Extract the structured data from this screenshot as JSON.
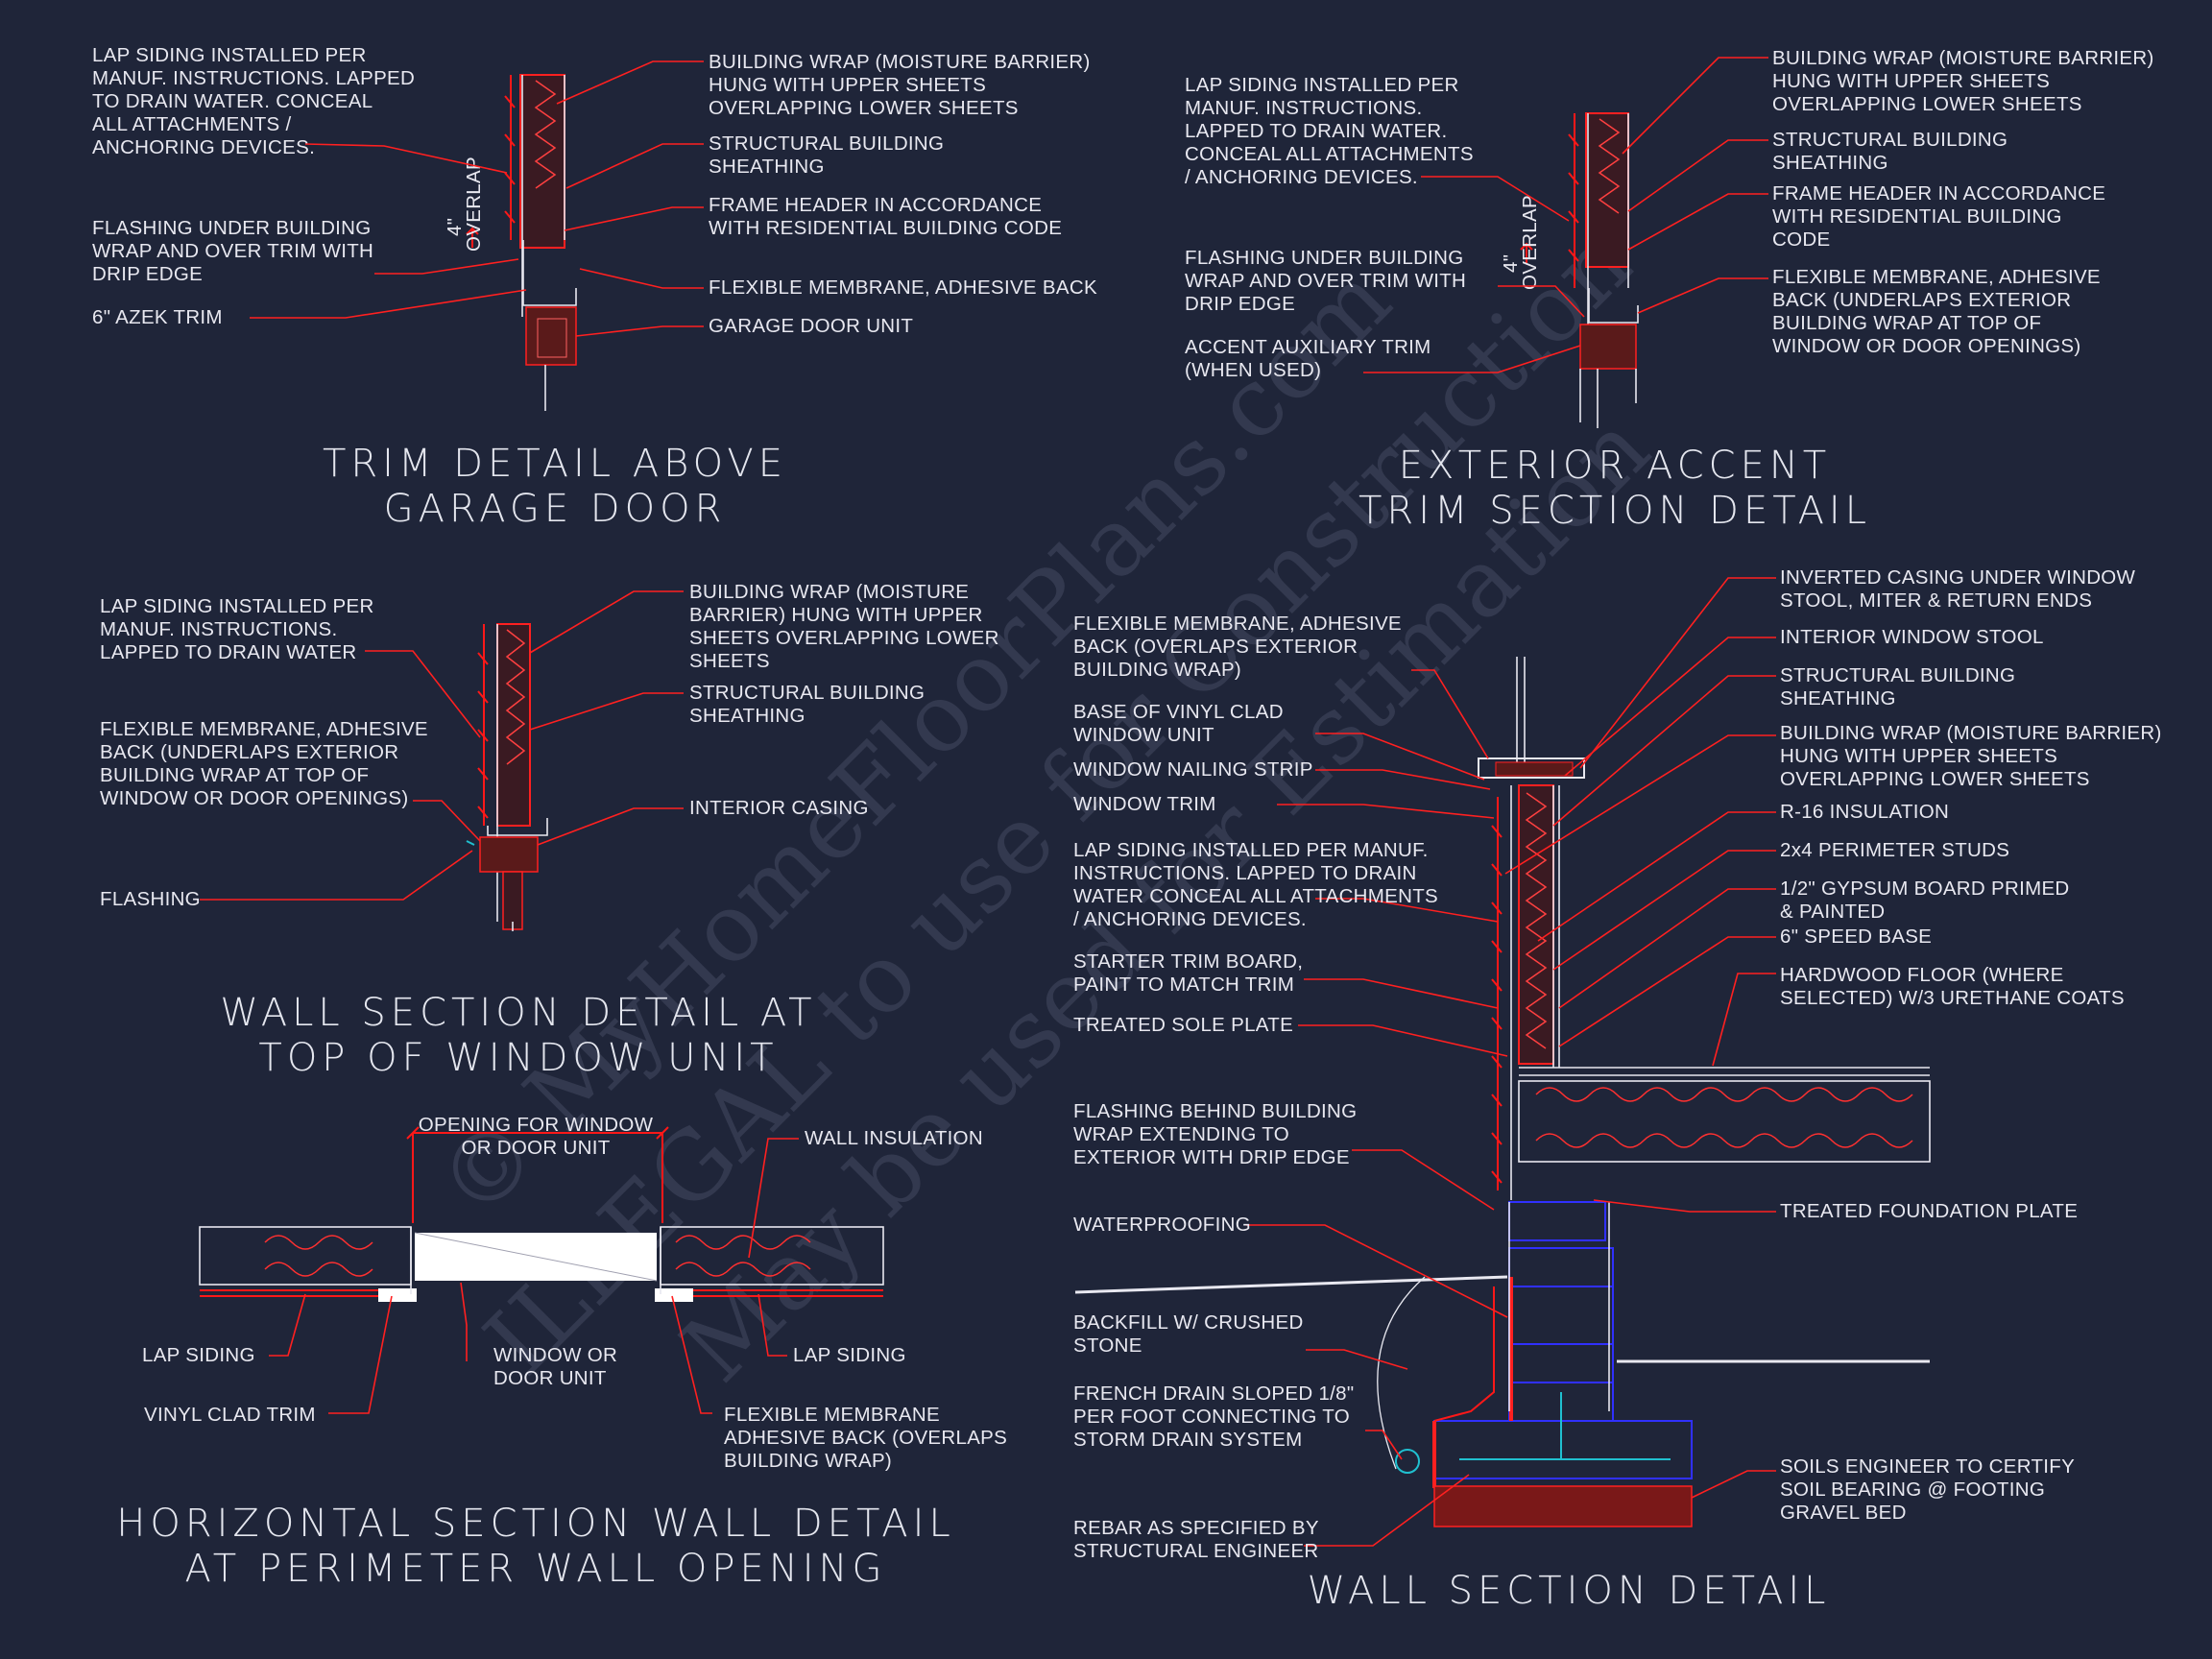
{
  "colors": {
    "background": "#1f2539",
    "label_text": "#e8e8f0",
    "leader_red": "#ff2020",
    "insulation_red": "#ff3030",
    "foundation_blue": "#3030ff",
    "drain_cyan": "#20c0d0"
  },
  "watermark": {
    "line1": "© MyHomeFloorPlans.com",
    "line2": "ILLEGAL to use for Construction",
    "line3": "May be used for Estimation"
  },
  "garage": {
    "title": [
      "TRIM DETAIL ABOVE",
      "GARAGE DOOR"
    ],
    "left": [
      [
        "LAP SIDING INSTALLED PER",
        "MANUF. INSTRUCTIONS. LAPPED",
        "TO DRAIN WATER. CONCEAL",
        "ALL ATTACHMENTS /",
        "ANCHORING DEVICES."
      ],
      [
        "FLASHING UNDER BUILDING",
        "WRAP AND OVER TRIM WITH",
        "DRIP EDGE"
      ],
      [
        "6\" AZEK TRIM"
      ]
    ],
    "right": [
      [
        "BUILDING WRAP (MOISTURE BARRIER)",
        "HUNG WITH UPPER SHEETS",
        "OVERLAPPING LOWER SHEETS"
      ],
      [
        "STRUCTURAL BUILDING",
        "SHEATHING"
      ],
      [
        "FRAME HEADER IN ACCORDANCE",
        "WITH RESIDENTIAL BUILDING CODE"
      ],
      [
        "FLEXIBLE MEMBRANE, ADHESIVE BACK"
      ],
      [
        "GARAGE DOOR UNIT"
      ]
    ],
    "dim": [
      "4\"",
      "OVERLAP"
    ]
  },
  "accent": {
    "title": [
      "EXTERIOR ACCENT",
      "TRIM SECTION DETAIL"
    ],
    "left": [
      [
        "LAP SIDING INSTALLED PER",
        "MANUF. INSTRUCTIONS.",
        "LAPPED TO DRAIN WATER.",
        "CONCEAL ALL ATTACHMENTS",
        "/ ANCHORING DEVICES."
      ],
      [
        "FLASHING UNDER BUILDING",
        "WRAP AND OVER TRIM WITH",
        "DRIP EDGE"
      ],
      [
        "ACCENT AUXILIARY TRIM",
        "(WHEN USED)"
      ]
    ],
    "right": [
      [
        "BUILDING WRAP (MOISTURE BARRIER)",
        "HUNG WITH UPPER SHEETS",
        "OVERLAPPING LOWER SHEETS"
      ],
      [
        "STRUCTURAL BUILDING",
        "SHEATHING"
      ],
      [
        "FRAME HEADER IN ACCORDANCE",
        "WITH RESIDENTIAL BUILDING",
        "CODE"
      ],
      [
        "FLEXIBLE MEMBRANE, ADHESIVE",
        "BACK (UNDERLAPS EXTERIOR",
        "BUILDING WRAP AT TOP OF",
        "WINDOW OR DOOR OPENINGS)"
      ]
    ],
    "dim": [
      "4\"",
      "OVERLAP"
    ]
  },
  "window_top": {
    "title": [
      "WALL SECTION DETAIL AT",
      "TOP OF WINDOW UNIT"
    ],
    "left": [
      [
        "LAP SIDING INSTALLED PER",
        "MANUF. INSTRUCTIONS.",
        "LAPPED TO DRAIN WATER"
      ],
      [
        "FLEXIBLE MEMBRANE, ADHESIVE",
        "BACK (UNDERLAPS EXTERIOR",
        "BUILDING WRAP AT TOP OF",
        "WINDOW OR DOOR OPENINGS)"
      ],
      [
        "FLASHING"
      ]
    ],
    "right": [
      [
        "BUILDING WRAP (MOISTURE",
        "BARRIER) HUNG WITH UPPER",
        "SHEETS OVERLAPPING LOWER",
        "SHEETS"
      ],
      [
        "STRUCTURAL BUILDING",
        "SHEATHING"
      ],
      [
        "INTERIOR CASING"
      ]
    ]
  },
  "horizontal": {
    "title": [
      "HORIZONTAL SECTION WALL DETAIL",
      "AT PERIMETER WALL OPENING"
    ],
    "labels": {
      "opening": [
        "OPENING FOR WINDOW",
        "OR DOOR UNIT"
      ],
      "insulation": [
        "WALL INSULATION"
      ],
      "lap_left": [
        "LAP SIDING"
      ],
      "lap_right": [
        "LAP SIDING"
      ],
      "window": [
        "WINDOW OR",
        "DOOR UNIT"
      ],
      "vinyl": [
        "VINYL CLAD TRIM"
      ],
      "membrane": [
        "FLEXIBLE MEMBRANE",
        "ADHESIVE BACK (OVERLAPS",
        "BUILDING WRAP)"
      ]
    }
  },
  "wall": {
    "title": [
      "WALL SECTION DETAIL"
    ],
    "left": [
      [
        "FLEXIBLE MEMBRANE, ADHESIVE",
        "BACK (OVERLAPS EXTERIOR",
        "BUILDING WRAP)"
      ],
      [
        "BASE OF VINYL CLAD",
        "WINDOW UNIT"
      ],
      [
        "WINDOW NAILING STRIP"
      ],
      [
        "WINDOW TRIM"
      ],
      [
        "LAP SIDING INSTALLED PER MANUF.",
        "INSTRUCTIONS. LAPPED TO DRAIN",
        "WATER CONCEAL ALL ATTACHMENTS",
        "/ ANCHORING DEVICES."
      ],
      [
        "STARTER TRIM BOARD,",
        "PAINT TO MATCH TRIM"
      ],
      [
        "TREATED SOLE PLATE"
      ],
      [
        "FLASHING BEHIND BUILDING",
        "WRAP EXTENDING TO",
        "EXTERIOR WITH DRIP EDGE"
      ],
      [
        "WATERPROOFING"
      ],
      [
        "BACKFILL W/ CRUSHED",
        "STONE"
      ],
      [
        "FRENCH DRAIN SLOPED 1/8\"",
        "PER FOOT CONNECTING TO",
        "STORM DRAIN SYSTEM"
      ],
      [
        "REBAR AS SPECIFIED BY",
        "STRUCTURAL ENGINEER"
      ]
    ],
    "right": [
      [
        "INVERTED CASING UNDER WINDOW",
        "STOOL, MITER & RETURN ENDS"
      ],
      [
        "INTERIOR WINDOW STOOL"
      ],
      [
        "STRUCTURAL BUILDING",
        "SHEATHING"
      ],
      [
        "BUILDING WRAP (MOISTURE BARRIER)",
        "HUNG WITH UPPER SHEETS",
        "OVERLAPPING LOWER SHEETS"
      ],
      [
        "R-16 INSULATION"
      ],
      [
        "2x4 PERIMETER STUDS"
      ],
      [
        "1/2\" GYPSUM BOARD PRIMED",
        "& PAINTED"
      ],
      [
        "6\" SPEED BASE"
      ],
      [
        "HARDWOOD FLOOR (WHERE",
        "SELECTED) W/3 URETHANE COATS"
      ],
      [
        "TREATED FOUNDATION PLATE"
      ],
      [
        "SOILS ENGINEER TO CERTIFY",
        "SOIL BEARING @ FOOTING",
        "GRAVEL BED"
      ]
    ]
  }
}
